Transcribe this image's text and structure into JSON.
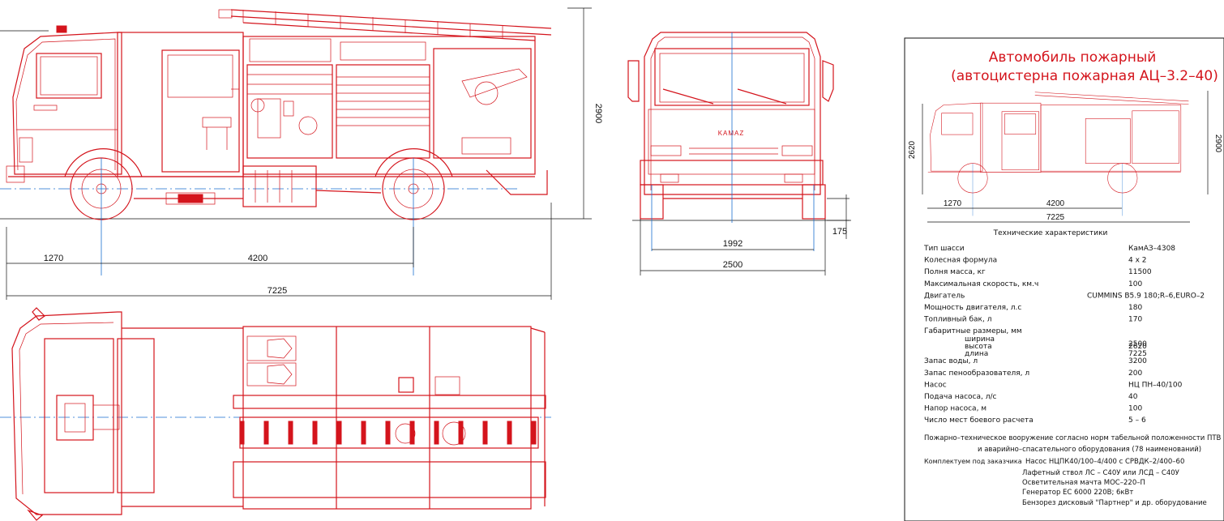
{
  "colors": {
    "drawing": "#d4141c",
    "axes": "#1a6fd0",
    "dimensions": "#111111"
  },
  "side_view": {
    "dims": {
      "height": "2900",
      "front_overhang": "1270",
      "wheelbase": "4200",
      "length": "7225"
    }
  },
  "front_view": {
    "badge": "KAMAZ",
    "dims": {
      "track": "1992",
      "width": "2500",
      "clearance": "175"
    }
  },
  "title_block": {
    "title": "Автомобиль пожарный",
    "subtitle": "(автоцистерна пожарная АЦ–3.2–40)",
    "mini_dims": {
      "height_left": "2620",
      "height_right": "2900",
      "overhang": "1270",
      "wheelbase": "4200",
      "length": "7225"
    },
    "spec_heading": "Технические характеристики",
    "specs": [
      {
        "label": "Тип шасси",
        "value": "КамАЗ–4308"
      },
      {
        "label": "Колесная формула",
        "value": "4 х 2"
      },
      {
        "label": "Полня масса, кг",
        "value": "11500"
      },
      {
        "label": "Максимальная скорость, км.ч",
        "value": "100"
      },
      {
        "label": "Двигатель",
        "value": "CUMMINS B5.9 180;R–6,EURO–2"
      },
      {
        "label": "Мощность двигателя, л.с",
        "value": "180"
      },
      {
        "label": "Топливный бак, л",
        "value": "170"
      },
      {
        "label": "Габаритные размеры, мм",
        "value": ""
      },
      {
        "label": "ширина",
        "value": "2500"
      },
      {
        "label": "высота",
        "value": "2620"
      },
      {
        "label": "длина",
        "value": "7225"
      },
      {
        "label": "Запас воды, л",
        "value": "3200"
      },
      {
        "label": "Запас пенообразователя, л",
        "value": "200"
      },
      {
        "label": "Насос",
        "value": "НЦ ПН–40/100"
      },
      {
        "label": "Подача насоса, л/с",
        "value": "40"
      },
      {
        "label": "Напор насоса, м",
        "value": "100"
      },
      {
        "label": "Число мест боевого расчета",
        "value": "5 – 6"
      }
    ],
    "equipment_line1": "Пожарно–техническое вооружение согласно норм табельной положенности ПТВ",
    "equipment_line2": "и аварийно–спасательного оборудования (78 наименований)",
    "options_label": "Комплектуем под заказчика",
    "options": [
      "Насос НЦПК40/100–4/400 с СРВДК–2/400–60",
      "Лафетный ствол ЛС – С40У или ЛСД – С40У",
      "Осветительная мачта МОС–220–П",
      "Генератор ЕС 6000 220В; 6кВт",
      "Бензорез дисковый \"Партнер\" и др. оборудование"
    ]
  }
}
